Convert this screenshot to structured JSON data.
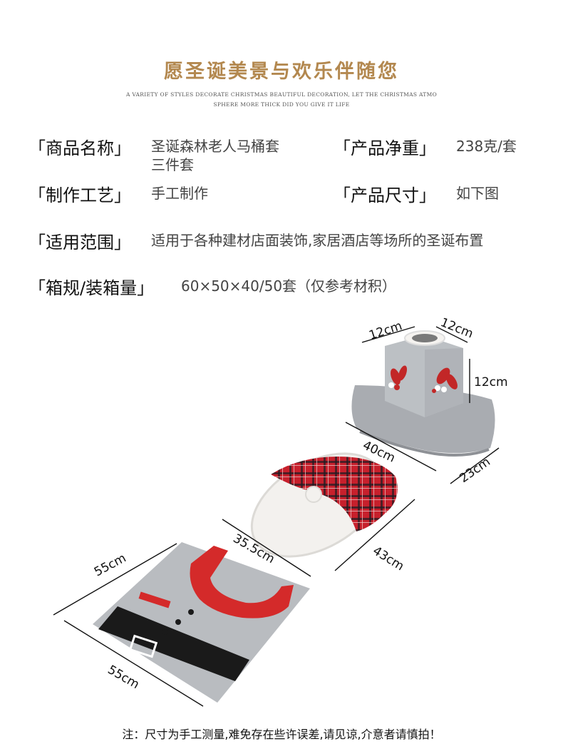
{
  "header": {
    "title": "愿圣诞美景与欢乐伴随您",
    "subtitle_line1": "A VARIETY OF STYLES DECORATE CHRISTMAS BEAUTIFUL DECORATION, LET THE CHRISTMAS ATMO",
    "subtitle_line2": "SPHERE MORE THICK DID YOU GIVE IT LIFE"
  },
  "specs": {
    "name_label": "「商品名称」",
    "name_value_line1": "圣诞森林老人马桶套",
    "name_value_line2": "三件套",
    "weight_label": "「产品净重」",
    "weight_value": "238克/套",
    "craft_label": "「制作工艺」",
    "craft_value": "手工制作",
    "size_label": "「产品尺寸」",
    "size_value": "如下图",
    "scope_label": "「适用范围」",
    "scope_value": "适用于各种建材店面装饰,家居酒店等场所的圣诞布置",
    "box_label": "「箱规/装箱量」",
    "box_value": "60×50×40/50套（仅参考材积）"
  },
  "dimensions": {
    "tank_top_left": "12cm",
    "tank_top_right": "12cm",
    "tank_height": "12cm",
    "tank_length": "40cm",
    "tank_depth": "23cm",
    "lid_width": "35.5cm",
    "lid_length": "43cm",
    "mat_width": "55cm",
    "mat_length": "55cm"
  },
  "colors": {
    "title_gold": "#b3884f",
    "felt_gray": "#b9bcc0",
    "santa_red": "#d42a2a",
    "plaid_red": "#c7202c",
    "fur_white": "#f5f3f0",
    "belt_black": "#1a1a1a"
  },
  "footer": {
    "note": "注：尺寸为手工测量,难免存在些许误差,请见谅,介意者请慎拍！"
  }
}
